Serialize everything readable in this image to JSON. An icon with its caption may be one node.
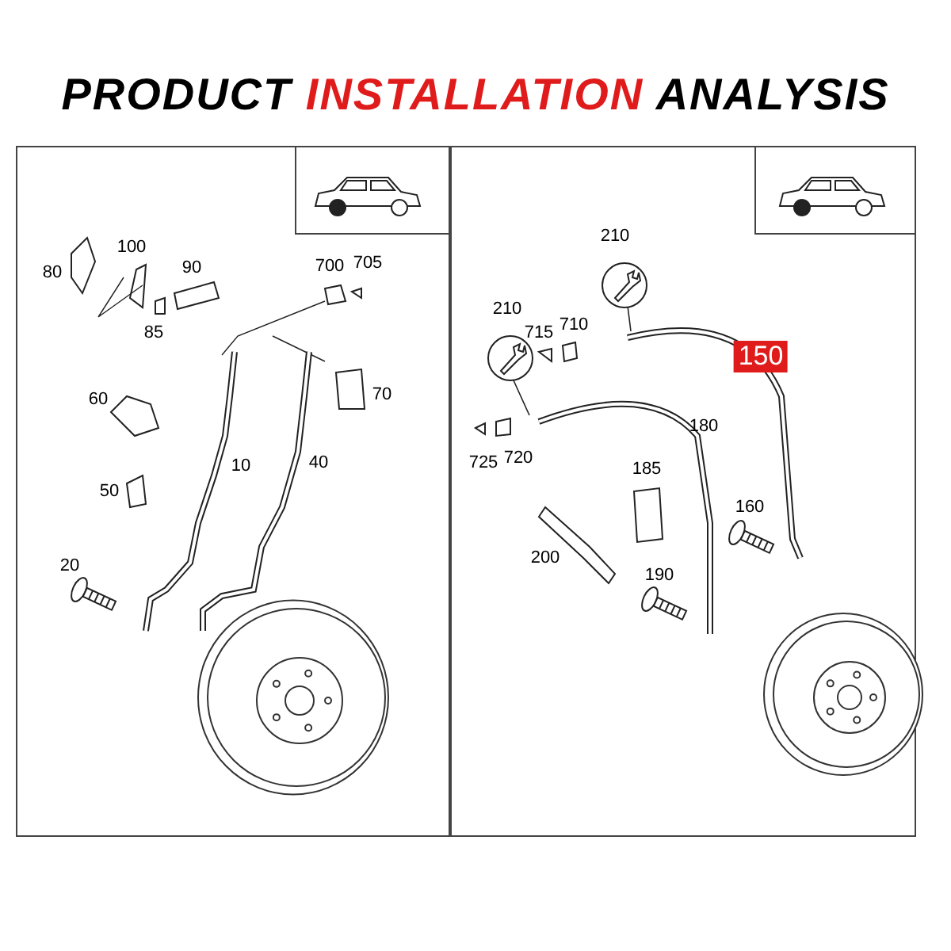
{
  "diagram": {
    "title": "PRODUCT INSTALLATION ANALYSIS",
    "labels": [
      "100",
      "80",
      "90",
      "700",
      "705",
      "85",
      "60",
      "70",
      "10",
      "40",
      "50",
      "20",
      "210",
      "210",
      "715",
      "710",
      "150",
      "725",
      "720",
      "180",
      "185",
      "160",
      "200",
      "190"
    ]
  }
}
